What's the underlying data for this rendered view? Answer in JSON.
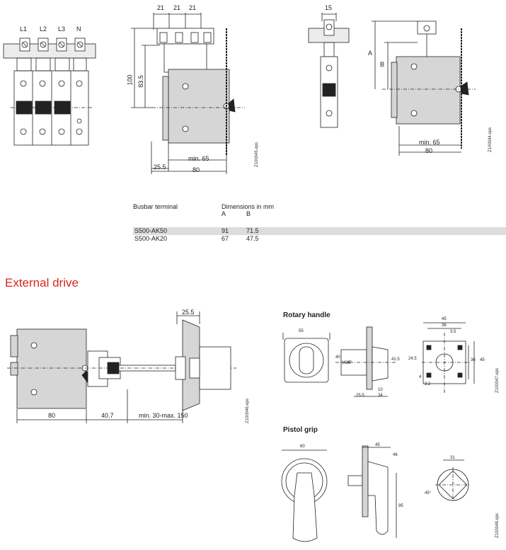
{
  "top": {
    "phase_labels": [
      "L1",
      "L2",
      "L3",
      "N"
    ],
    "dims_side": {
      "d1": "21",
      "d2": "21",
      "d3": "21",
      "h100": "100",
      "h83_5": "83.5",
      "left": "25.5",
      "min": "min. 65",
      "total": "80"
    },
    "dims_right": {
      "top": "15",
      "a": "A",
      "b": "B",
      "min": "min. 65",
      "total": "80"
    },
    "file_ids": {
      "middle": "Z100045.eps",
      "right": "Z100044.eps"
    }
  },
  "table": {
    "header": {
      "col1": "Busbar terminal",
      "col2": "Dimensions in mm",
      "sub_a": "A",
      "sub_b": "B"
    },
    "rows": [
      {
        "name": "S500-AK50",
        "a": "91",
        "b": "71.5"
      },
      {
        "name": "S500-AK20",
        "a": "67",
        "b": "47.5"
      }
    ]
  },
  "section_title": "External drive",
  "external": {
    "dims": {
      "top": "25.5",
      "d80": "80",
      "d40_7": "40.7",
      "range": "min. 30-max. 150"
    },
    "file_id": "Z100046.eps"
  },
  "rotary": {
    "title": "Rotary handle",
    "labels": {
      "d55": "55",
      "d40": "40",
      "m24": "M24",
      "d47": "47",
      "d41_5": "41.5",
      "d25_5": "25.5",
      "d10": "10",
      "d34": "34",
      "d45": "45",
      "d36": "36",
      "d3_5": "3.5",
      "d24_5": "24.5",
      "d36b": "36",
      "d45b": "45",
      "d4": "4",
      "d3_2": "3.2"
    },
    "file_id": "Z100047.eps"
  },
  "pistol": {
    "title": "Pistol grip",
    "labels": {
      "d60": "60",
      "d45": "45",
      "d46": "46",
      "d95": "95",
      "d31": "31",
      "d45deg": "45°"
    },
    "file_id": "Z100048.eps"
  }
}
